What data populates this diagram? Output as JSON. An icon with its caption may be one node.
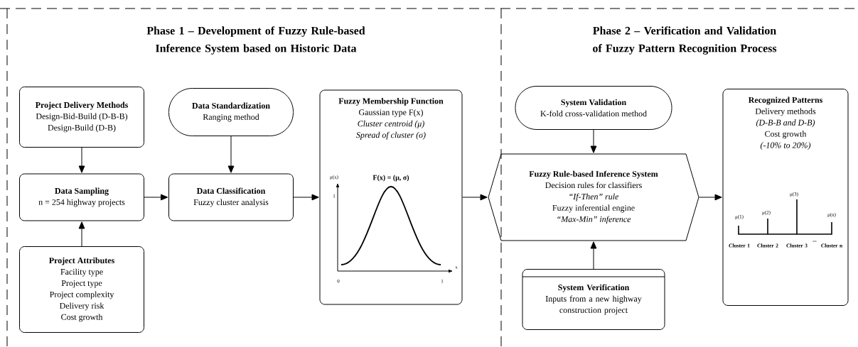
{
  "diagram": {
    "nodes": [
      {
        "text": [
          "Project Delivery Methods",
          "Design-Bid-Build (D-B-B)",
          "Design-Build (D-B)"
        ]
      },
      {
        "text": [
          "Data Sampling",
          "n = 254 highway projects"
        ]
      },
      {
        "text": [
          "Project Attributes",
          "Facility type",
          "Project type",
          "Project complexity",
          "Delivery risk",
          "Cost growth"
        ]
      },
      {
        "text": [
          "Data Standardization",
          "Ranging method"
        ]
      },
      {
        "text": [
          "Data Classification",
          "Fuzzy cluster analysis"
        ]
      },
      {
        "text": [
          "Fuzzy Membership Function",
          "Gaussian type F(x)",
          "Cluster centroid (μ)",
          "Spread of cluster (σ)"
        ]
      },
      {
        "text": [
          "System Validation",
          "K-fold cross-validation method"
        ]
      },
      {
        "text": [
          "Fuzzy Rule-based Inference System",
          "Decision rules for classifiers",
          "“If-Then” rule",
          "Fuzzy inferential engine",
          "“Max-Min” inference"
        ]
      },
      {
        "text": [
          "System Verification",
          "Inputs from a new highway construction project"
        ]
      },
      {
        "text": [
          "Recognized Patterns",
          "Delivery methods",
          "(D-B-B and D-B)",
          "Cost growth",
          "(-10% to 20%)"
        ]
      }
    ],
    "edges": [
      {
        "from": 0,
        "to": 1,
        "arrow": "to"
      },
      {
        "from": 2,
        "to": 1,
        "arrow": "to"
      },
      {
        "from": 1,
        "to": 4,
        "arrow": "to"
      },
      {
        "from": 3,
        "to": 4,
        "arrow": "to"
      },
      {
        "from": 4,
        "to": 5,
        "arrow": "to"
      },
      {
        "from": 5,
        "to": 7,
        "arrow": "to"
      },
      {
        "from": 6,
        "to": 7,
        "arrow": "to"
      },
      {
        "from": 8,
        "to": 7,
        "arrow": "to"
      },
      {
        "from": 7,
        "to": 9,
        "arrow": "to"
      }
    ],
    "labels": [
      "Phase 1 – Development of Fuzzy Rule-based Inference System based on Historic Data",
      "Phase 2 – Verification and Validation of Fuzzy Pattern Recognition Process",
      "F(x) = (μ, σ)",
      "μ(x)",
      "1",
      "0",
      "1",
      "x",
      "μ(1)",
      "μ(2)",
      "μ(3)",
      "μ(n)",
      "Cluster 1",
      "Cluster 2",
      "Cluster 3",
      "...",
      "Cluster n"
    ]
  }
}
